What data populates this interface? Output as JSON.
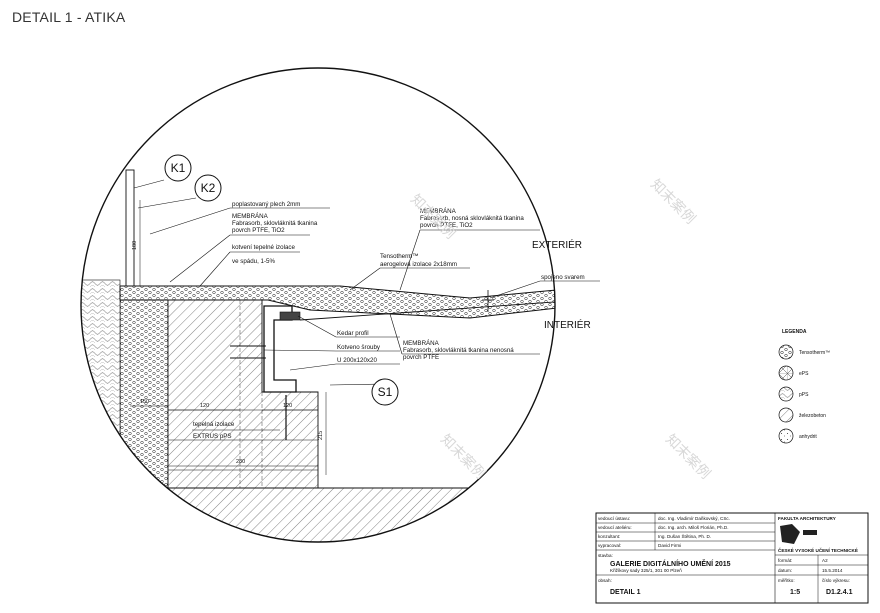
{
  "title": "DETAIL 1 - ATIKA",
  "tags": {
    "k1": "K1",
    "k2": "K2",
    "s1": "S1"
  },
  "zones": {
    "exterior": "EXTERIÉR",
    "interior": "INTERIÉR"
  },
  "labels": {
    "sheet": "poplastovaný plech 2mm",
    "membrane_title": "MEMBRÁNA",
    "membrane_line1": "Fabrasorb, sklovláknitá tkanina",
    "membrane_line2": "povrch PTFE, TiO2",
    "insulation_line1": "kotvení tepelné izolace",
    "insulation_line2": "ve spádu, 1-5%",
    "top_membrane_title": "MEMBRÁNA",
    "top_membrane_line1": "Fabrasorb, nosná sklovláknitá tkanina",
    "top_membrane_line2": "povrch PTFE, TiO2",
    "tensotherm_line1": "Tensotherm™",
    "tensotherm_line2": "aerogelová izolace 2x18mm",
    "joint": "spojeno svarem",
    "frame": "Kedar profil",
    "bolts": "Kotveno šrouby",
    "channel": "U 200x120x20",
    "bottom_membrane_title": "MEMBRÁNA",
    "bottom_membrane_line1": "Fabrasorb, sklovláknitá tkanina nenosná",
    "bottom_membrane_line2": "povrch PTFE",
    "thermal_line1": "tepelná izolace",
    "thermal_line2": "EXTRUS pPS"
  },
  "dimensions": {
    "d1": "180",
    "d2": "215",
    "d3": "120",
    "d4": "120",
    "d5": "280",
    "d6": "150"
  },
  "legend": {
    "title": "LEGENDA",
    "items": [
      {
        "pattern": "tensotherm",
        "label": "Tensotherm™"
      },
      {
        "pattern": "eps",
        "label": "ePS"
      },
      {
        "pattern": "pps",
        "label": "pPS"
      },
      {
        "pattern": "concrete",
        "label": "železobeton"
      },
      {
        "pattern": "anhydrite",
        "label": "anhydrit"
      }
    ]
  },
  "title_block": {
    "rows": [
      {
        "role": "vedoucí ústavu:",
        "name": "doc. Ing. Vladimír Daňkovský, CSc."
      },
      {
        "role": "vedoucí ateliéru:",
        "name": "doc. Ing. arch. Miloš Florián, Ph.D."
      },
      {
        "role": "konzultant:",
        "name": "Ing. Dušan Štětina, Ph. D."
      },
      {
        "role": "vypracoval:",
        "name": "David Firmi"
      }
    ],
    "faculty": "FAKULTA ARCHITEKTURY",
    "school": "ČESKÉ VYSOKÉ UČENÍ TECHNICKÉ",
    "building_label": "stavba:",
    "building": "GALERIE DIGITÁLNÍHO UMĚNÍ 2015",
    "address": "Křižíkovy sady 325/1, 301 00 Plzeň",
    "format_label": "formát:",
    "format": "A2",
    "date_label": "datum:",
    "date": "15.5.2014",
    "content_label": "obsah:",
    "content": "DETAIL 1",
    "scale_label": "měřítko:",
    "scale": "1:5",
    "sheet_no_label": "číslo výkresu:",
    "sheet_no": "D1.2.4.1"
  },
  "watermark": "知末案例"
}
